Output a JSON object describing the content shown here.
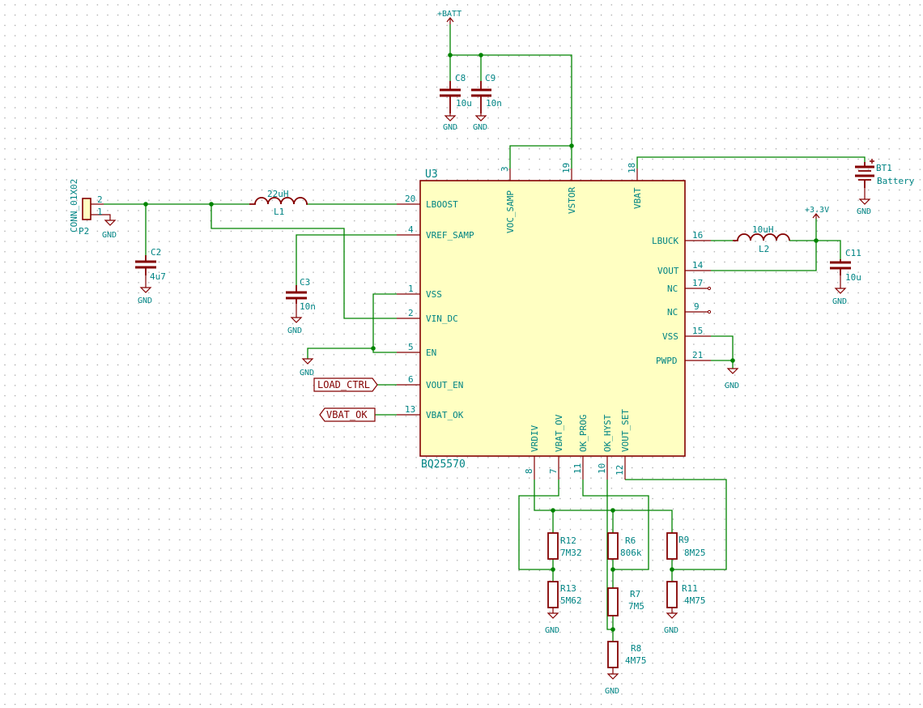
{
  "ic": {
    "ref": "U3",
    "value": "BQ25570",
    "pins": {
      "p20": {
        "num": "20",
        "name": "LBOOST"
      },
      "p4": {
        "num": "4",
        "name": "VREF_SAMP"
      },
      "p1": {
        "num": "1",
        "name": "VSS"
      },
      "p2": {
        "num": "2",
        "name": "VIN_DC"
      },
      "p5": {
        "num": "5",
        "name": "EN"
      },
      "p6": {
        "num": "6",
        "name": "VOUT_EN"
      },
      "p13": {
        "num": "13",
        "name": "VBAT_OK"
      },
      "p16": {
        "num": "16",
        "name": "LBUCK"
      },
      "p14": {
        "num": "14",
        "name": "VOUT"
      },
      "p17": {
        "num": "17",
        "name": "NC"
      },
      "p9": {
        "num": "9",
        "name": "NC"
      },
      "p15": {
        "num": "15",
        "name": "VSS"
      },
      "p21": {
        "num": "21",
        "name": "PWPD"
      },
      "p3": {
        "num": "3",
        "name": "VOC_SAMP"
      },
      "p19": {
        "num": "19",
        "name": "VSTOR"
      },
      "p18": {
        "num": "18",
        "name": "VBAT"
      },
      "p8": {
        "num": "8",
        "name": "VRDIV"
      },
      "p7": {
        "num": "7",
        "name": "VBAT_OV"
      },
      "p11": {
        "num": "11",
        "name": "OK_PROG"
      },
      "p10": {
        "num": "10",
        "name": "OK_HYST"
      },
      "p12": {
        "num": "12",
        "name": "VOUT_SET"
      }
    }
  },
  "components": {
    "c8": {
      "ref": "C8",
      "value": "10u"
    },
    "c9": {
      "ref": "C9",
      "value": "10n"
    },
    "c2": {
      "ref": "C2",
      "value": "4u7"
    },
    "c3": {
      "ref": "C3",
      "value": "10n"
    },
    "c11": {
      "ref": "C11",
      "value": "10u"
    },
    "l1": {
      "ref": "L1",
      "value": "22uH"
    },
    "l2": {
      "ref": "L2",
      "value": "10uH"
    },
    "p2": {
      "ref": "P2",
      "value": "CONN_01X02",
      "pin1": "1",
      "pin2": "2"
    },
    "bt1": {
      "ref": "BT1",
      "value": "Battery"
    },
    "r12": {
      "ref": "R12",
      "value": "7M32"
    },
    "r13": {
      "ref": "R13",
      "value": "5M62"
    },
    "r6": {
      "ref": "R6",
      "value": "806k"
    },
    "r7": {
      "ref": "R7",
      "value": "7M5"
    },
    "r8": {
      "ref": "R8",
      "value": "4M75"
    },
    "r9": {
      "ref": "R9",
      "value": "8M25"
    },
    "r11": {
      "ref": "R11",
      "value": "4M75"
    }
  },
  "power": {
    "batt": "+BATT",
    "v33": "+3.3V",
    "gnd": "GND"
  },
  "labels": {
    "load_ctrl": "LOAD_CTRL",
    "vbat_ok": "VBAT_OK"
  },
  "colors": {
    "wire": "#008400",
    "component": "#840000",
    "text": "#008484",
    "ic_fill": "#ffffc2"
  }
}
